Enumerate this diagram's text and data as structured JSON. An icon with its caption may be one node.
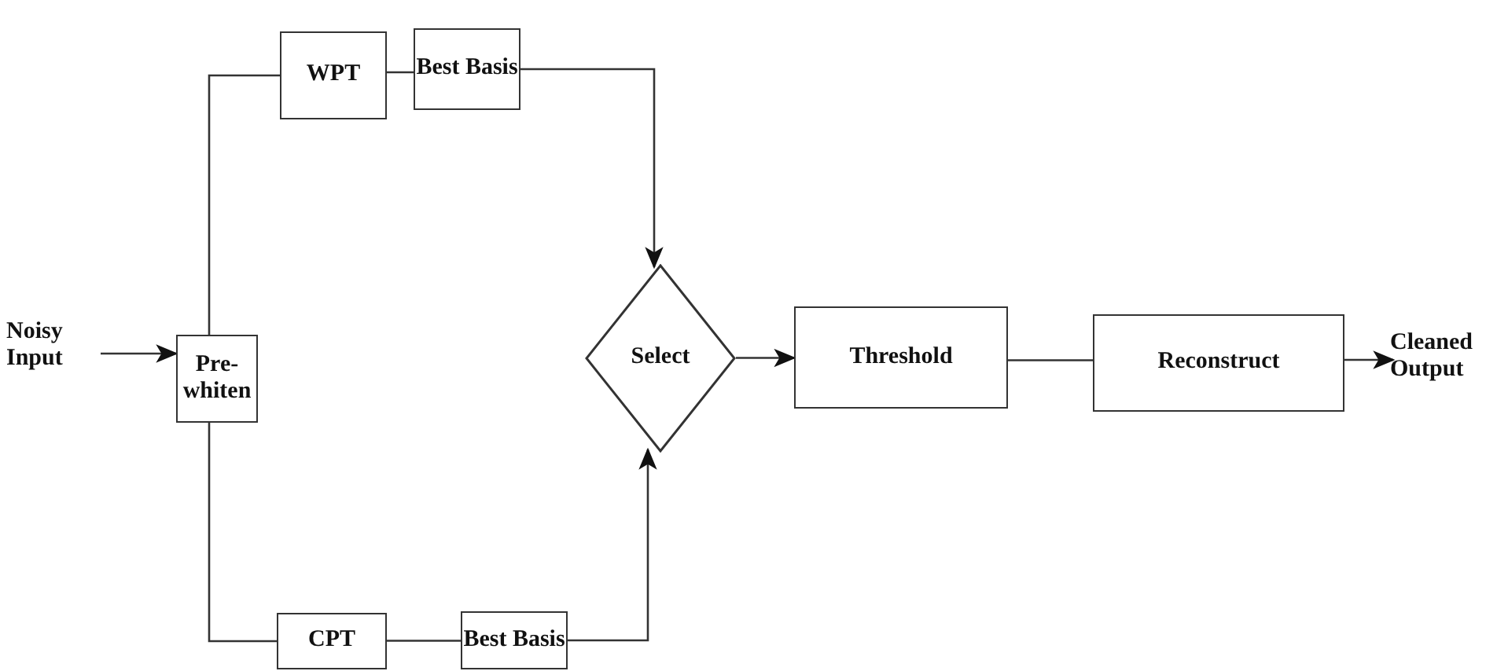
{
  "diagram": {
    "nodes": [
      {
        "text": [
          "Noisy Input"
        ]
      },
      {
        "text": [
          "Pre- whiten"
        ]
      },
      {
        "text": [
          "WPT"
        ]
      },
      {
        "text": [
          "Best Basis"
        ]
      },
      {
        "text": [
          "Select"
        ]
      },
      {
        "text": [
          "Threshold"
        ]
      },
      {
        "text": [
          "Reconstruct"
        ]
      },
      {
        "text": [
          "Cleaned Output"
        ]
      },
      {
        "text": [
          "CPT"
        ]
      },
      {
        "text": [
          "Best Basis"
        ]
      }
    ],
    "edges": [
      {
        "from": 0,
        "to": 1,
        "arrow": "to"
      },
      {
        "from": 1,
        "to": 2,
        "arrow": "none"
      },
      {
        "from": 2,
        "to": 3,
        "arrow": "none"
      },
      {
        "from": 3,
        "to": 4,
        "arrow": "to"
      },
      {
        "from": 1,
        "to": 8,
        "arrow": "none"
      },
      {
        "from": 8,
        "to": 9,
        "arrow": "none"
      },
      {
        "from": 9,
        "to": 4,
        "arrow": "to"
      },
      {
        "from": 4,
        "to": 5,
        "arrow": "to"
      },
      {
        "from": 5,
        "to": 6,
        "arrow": "none"
      },
      {
        "from": 6,
        "to": 7,
        "arrow": "to"
      }
    ]
  }
}
